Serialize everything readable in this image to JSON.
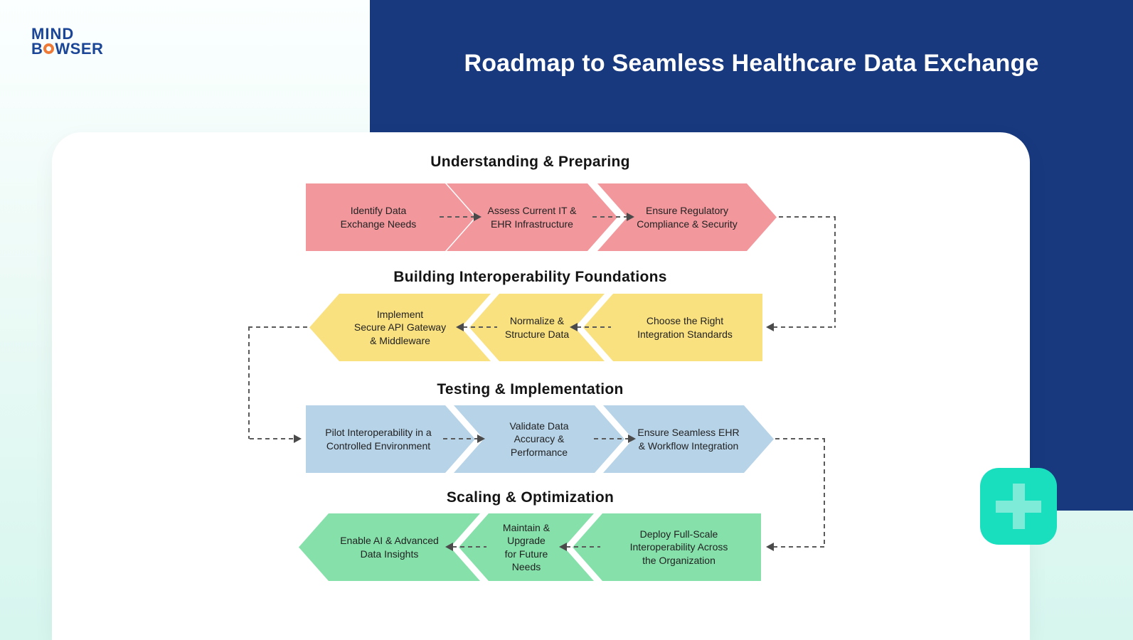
{
  "logo": {
    "line1": "MIND",
    "line2_prefix": "B",
    "line2_suffix": "WSER",
    "ring_icon": "orange-ring-icon"
  },
  "header": {
    "title": "Roadmap to Seamless Healthcare Data Exchange"
  },
  "colors": {
    "navy_panel": "#18397e",
    "phase1_red": "#f2989d",
    "phase2_yellow": "#fae180",
    "phase3_blue": "#b7d3e8",
    "phase4_green": "#85e0aa",
    "plus_button_teal": "#19dfbf",
    "background_mint": "#d6f6ee",
    "logo_blue": "#1b4697",
    "logo_orange": "#ee7a38"
  },
  "phases": [
    {
      "title": "Understanding & Preparing",
      "direction": "right",
      "steps": [
        "Identify Data\nExchange Needs",
        "Assess Current IT &\nEHR Infrastructure",
        "Ensure Regulatory\nCompliance & Security"
      ]
    },
    {
      "title": "Building Interoperability Foundations",
      "direction": "left",
      "steps": [
        "Implement\nSecure API Gateway\n& Middleware",
        "Normalize &\nStructure Data",
        "Choose the Right\nIntegration Standards"
      ]
    },
    {
      "title": "Testing & Implementation",
      "direction": "right",
      "steps": [
        "Pilot Interoperability in a\nControlled Environment",
        "Validate Data\nAccuracy &\nPerformance",
        "Ensure Seamless EHR\n& Workflow Integration"
      ]
    },
    {
      "title": "Scaling & Optimization",
      "direction": "left",
      "steps": [
        "Enable AI & Advanced\nData Insights",
        "Maintain & Upgrade\nfor Future Needs",
        "Deploy Full-Scale\nInteroperability Across\nthe Organization"
      ]
    }
  ]
}
